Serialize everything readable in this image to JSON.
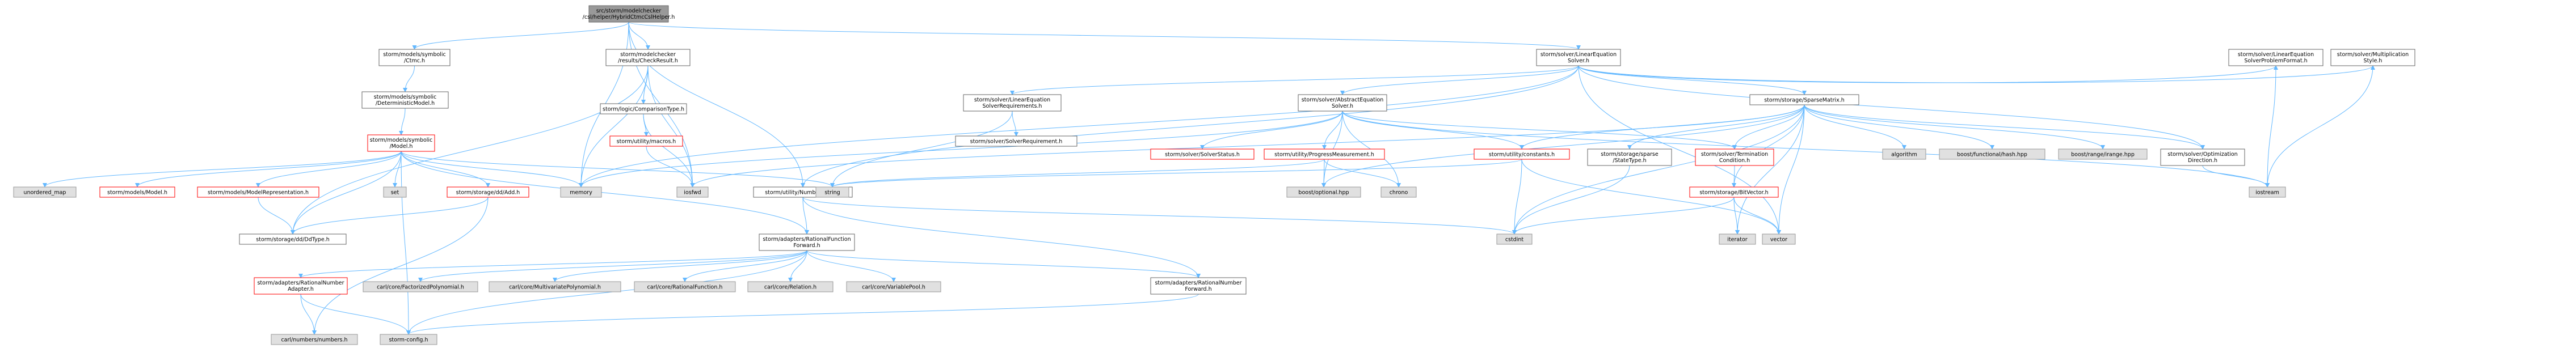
{
  "title": "src/storm/modelchecker/csl/helper/HybridCtmcCslHelper.h",
  "colors": {
    "root_fill": "#999999",
    "normal_fill": "#ffffff",
    "normal_border": "#666666",
    "linked_border": "#ff0000",
    "external_fill": "#e0e0e0",
    "external_border": "#999999",
    "edge": "#63b8ff"
  },
  "nodes": [
    {
      "id": "root",
      "label": "src/storm/modelchecker/csl/helper/HybridCtmcCslHelper.h",
      "kind": "root"
    },
    {
      "id": "ctmc",
      "label": "storm/models/symbolic/Ctmc.h",
      "kind": "normal"
    },
    {
      "id": "checkresult",
      "label": "storm/modelchecker/results/CheckResult.h",
      "kind": "normal"
    },
    {
      "id": "linsolver",
      "label": "storm/solver/LinearEquationSolver.h",
      "kind": "normal"
    },
    {
      "id": "detmodel",
      "label": "storm/models/symbolic/DeterministicModel.h",
      "kind": "normal"
    },
    {
      "id": "comptype",
      "label": "storm/logic/ComparisonType.h",
      "kind": "normal"
    },
    {
      "id": "macros",
      "label": "storm/utility/macros.h",
      "kind": "linked"
    },
    {
      "id": "symmodel",
      "label": "storm/models/symbolic/Model.h",
      "kind": "linked"
    },
    {
      "id": "unordered_map",
      "label": "unordered_map",
      "kind": "external"
    },
    {
      "id": "modelh",
      "label": "storm/models/Model.h",
      "kind": "linked"
    },
    {
      "id": "modelrep",
      "label": "storm/models/ModelRepresentation.h",
      "kind": "linked"
    },
    {
      "id": "set",
      "label": "set",
      "kind": "external"
    },
    {
      "id": "memory",
      "label": "memory",
      "kind": "external"
    },
    {
      "id": "ddadd",
      "label": "storm/storage/dd/Add.h",
      "kind": "linked"
    },
    {
      "id": "ddtype",
      "label": "storm/storage/dd/DdType.h",
      "kind": "normal"
    },
    {
      "id": "iosfwd",
      "label": "iosfwd",
      "kind": "external"
    },
    {
      "id": "numtraits",
      "label": "storm/utility/NumberTraits.h",
      "kind": "normal"
    },
    {
      "id": "linreq",
      "label": "storm/solver/LinearEquationSolverRequirements.h",
      "kind": "normal"
    },
    {
      "id": "solverreq",
      "label": "storm/solver/SolverRequirement.h",
      "kind": "normal"
    },
    {
      "id": "abstract",
      "label": "storm/solver/AbstractEquationSolver.h",
      "kind": "normal"
    },
    {
      "id": "solverstatus",
      "label": "storm/solver/SolverStatus.h",
      "kind": "linked"
    },
    {
      "id": "progress",
      "label": "storm/utility/ProgressMeasurement.h",
      "kind": "linked"
    },
    {
      "id": "chrono",
      "label": "chrono",
      "kind": "external"
    },
    {
      "id": "optional",
      "label": "boost/optional.hpp",
      "kind": "external"
    },
    {
      "id": "string",
      "label": "string",
      "kind": "external"
    },
    {
      "id": "sparsematrix",
      "label": "storm/storage/SparseMatrix.h",
      "kind": "normal"
    },
    {
      "id": "constants",
      "label": "storm/utility/constants.h",
      "kind": "linked"
    },
    {
      "id": "statetype",
      "label": "storm/storage/sparse/StateType.h",
      "kind": "normal"
    },
    {
      "id": "termination",
      "label": "storm/solver/TerminationCondition.h",
      "kind": "linked"
    },
    {
      "id": "bitvector",
      "label": "storm/storage/BitVector.h",
      "kind": "linked"
    },
    {
      "id": "algorithm",
      "label": "algorithm",
      "kind": "external"
    },
    {
      "id": "hash",
      "label": "boost/functional/hash.hpp",
      "kind": "external"
    },
    {
      "id": "range",
      "label": "boost/range/irange.hpp",
      "kind": "external"
    },
    {
      "id": "optdir",
      "label": "storm/solver/OptimizationDirection.h",
      "kind": "normal"
    },
    {
      "id": "problemformat",
      "label": "storm/solver/LinearEquationSolverProblemFormat.h",
      "kind": "normal"
    },
    {
      "id": "multstyle",
      "label": "storm/solver/MultiplicationStyle.h",
      "kind": "normal"
    },
    {
      "id": "iostream",
      "label": "iostream",
      "kind": "external"
    },
    {
      "id": "iterator",
      "label": "iterator",
      "kind": "external"
    },
    {
      "id": "vector",
      "label": "vector",
      "kind": "external"
    },
    {
      "id": "cstdint",
      "label": "cstdint",
      "kind": "external"
    },
    {
      "id": "ratfunc",
      "label": "storm/adapters/RationalFunctionForward.h",
      "kind": "normal"
    },
    {
      "id": "ratnumadapter",
      "label": "storm/adapters/RationalNumberAdapter.h",
      "kind": "linked"
    },
    {
      "id": "factpoly",
      "label": "carl/core/FactorizedPolynomial.h",
      "kind": "external"
    },
    {
      "id": "multipoly",
      "label": "carl/core/MultivariatePolynomial.h",
      "kind": "external"
    },
    {
      "id": "ratfn",
      "label": "carl/core/RationalFunction.h",
      "kind": "external"
    },
    {
      "id": "relation",
      "label": "carl/core/Relation.h",
      "kind": "external"
    },
    {
      "id": "varpool",
      "label": "carl/core/VariablePool.h",
      "kind": "external"
    },
    {
      "id": "ratnumfwd",
      "label": "storm/adapters/RationalNumberForward.h",
      "kind": "normal"
    },
    {
      "id": "carlnumbers",
      "label": "carl/numbers/numbers.h",
      "kind": "external"
    },
    {
      "id": "stormconfig",
      "label": "storm-config.h",
      "kind": "external"
    }
  ],
  "edges": [
    [
      "root",
      "ctmc"
    ],
    [
      "root",
      "checkresult"
    ],
    [
      "root",
      "linsolver"
    ],
    [
      "root",
      "memory"
    ],
    [
      "root",
      "numtraits"
    ],
    [
      "root",
      "iosfwd"
    ],
    [
      "ctmc",
      "detmodel"
    ],
    [
      "detmodel",
      "symmodel"
    ],
    [
      "checkresult",
      "comptype"
    ],
    [
      "checkresult",
      "iosfwd"
    ],
    [
      "checkresult",
      "memory"
    ],
    [
      "checkresult",
      "ddtype"
    ],
    [
      "comptype",
      "macros"
    ],
    [
      "comptype",
      "iosfwd"
    ],
    [
      "macros",
      "iosfwd"
    ],
    [
      "symmodel",
      "unordered_map"
    ],
    [
      "symmodel",
      "modelh"
    ],
    [
      "symmodel",
      "modelrep"
    ],
    [
      "symmodel",
      "set"
    ],
    [
      "symmodel",
      "memory"
    ],
    [
      "symmodel",
      "ddadd"
    ],
    [
      "symmodel",
      "ddtype"
    ],
    [
      "symmodel",
      "string"
    ],
    [
      "symmodel",
      "ratfunc"
    ],
    [
      "symmodel",
      "stormconfig"
    ],
    [
      "modelrep",
      "ddtype"
    ],
    [
      "ddadd",
      "ddtype"
    ],
    [
      "ddadd",
      "carlnumbers"
    ],
    [
      "linsolver",
      "memory"
    ],
    [
      "linsolver",
      "vector"
    ],
    [
      "linsolver",
      "linreq"
    ],
    [
      "linsolver",
      "abstract"
    ],
    [
      "linsolver",
      "sparsematrix"
    ],
    [
      "linsolver",
      "optdir"
    ],
    [
      "linsolver",
      "problemformat"
    ],
    [
      "linsolver",
      "multstyle"
    ],
    [
      "linsolver",
      "numtraits"
    ],
    [
      "linreq",
      "solverreq"
    ],
    [
      "linreq",
      "string"
    ],
    [
      "abstract",
      "memory"
    ],
    [
      "abstract",
      "chrono"
    ],
    [
      "abstract",
      "iostream"
    ],
    [
      "abstract",
      "optional"
    ],
    [
      "abstract",
      "solverstatus"
    ],
    [
      "abstract",
      "progress"
    ],
    [
      "abstract",
      "termination"
    ],
    [
      "abstract",
      "constants"
    ],
    [
      "progress",
      "chrono"
    ],
    [
      "progress",
      "optional"
    ],
    [
      "progress",
      "string"
    ],
    [
      "sparsematrix",
      "algorithm"
    ],
    [
      "sparsematrix",
      "hash"
    ],
    [
      "sparsematrix",
      "range"
    ],
    [
      "sparsematrix",
      "iosfwd"
    ],
    [
      "sparsematrix",
      "optional"
    ],
    [
      "sparsematrix",
      "cstdint"
    ],
    [
      "sparsematrix",
      "iterator"
    ],
    [
      "sparsematrix",
      "vector"
    ],
    [
      "sparsematrix",
      "bitvector"
    ],
    [
      "sparsematrix",
      "constants"
    ],
    [
      "sparsematrix",
      "statetype"
    ],
    [
      "sparsematrix",
      "optdir"
    ],
    [
      "sparsematrix",
      "termination"
    ],
    [
      "constants",
      "cstdint"
    ],
    [
      "constants",
      "vector"
    ],
    [
      "constants",
      "string"
    ],
    [
      "statetype",
      "cstdint"
    ],
    [
      "termination",
      "bitvector"
    ],
    [
      "bitvector",
      "cstdint"
    ],
    [
      "bitvector",
      "iterator"
    ],
    [
      "bitvector",
      "vector"
    ],
    [
      "optdir",
      "iostream"
    ],
    [
      "problemformat",
      "iostream"
    ],
    [
      "multstyle",
      "iostream"
    ],
    [
      "numtraits",
      "ratfunc"
    ],
    [
      "numtraits",
      "ratnumfwd"
    ],
    [
      "numtraits",
      "cstdint"
    ],
    [
      "ratfunc",
      "ratnumadapter"
    ],
    [
      "ratfunc",
      "factpoly"
    ],
    [
      "ratfunc",
      "multipoly"
    ],
    [
      "ratfunc",
      "ratfn"
    ],
    [
      "ratfunc",
      "relation"
    ],
    [
      "ratfunc",
      "varpool"
    ],
    [
      "ratfunc",
      "ratnumfwd"
    ],
    [
      "ratfunc",
      "stormconfig"
    ],
    [
      "ratnumadapter",
      "carlnumbers"
    ],
    [
      "ratnumadapter",
      "stormconfig"
    ],
    [
      "ratnumfwd",
      "stormconfig"
    ]
  ]
}
